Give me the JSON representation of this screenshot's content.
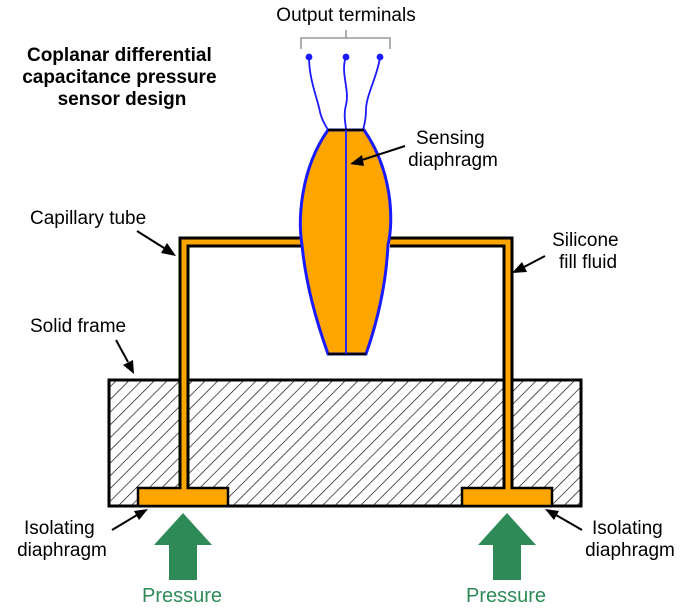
{
  "diagram": {
    "title_lines": [
      "Coplanar differential",
      "capacitance pressure",
      "sensor design"
    ],
    "labels": {
      "output_terminals": "Output terminals",
      "sensing_diaphragm": [
        "Sensing",
        "diaphragm"
      ],
      "capillary_tube": "Capillary tube",
      "silicone_fill_fluid": [
        "Silicone",
        "fill fluid"
      ],
      "solid_frame": "Solid frame",
      "isolating_diaphragm_left": [
        "Isolating",
        "diaphragm"
      ],
      "isolating_diaphragm_right": [
        "Isolating",
        "diaphragm"
      ],
      "pressure_left": "Pressure",
      "pressure_right": "Pressure"
    },
    "colors": {
      "fluid": "#FFA500",
      "diaphragm_outline": "#1a1aff",
      "terminal_wire": "#1a1aff",
      "pressure_arrow": "#2e8b57",
      "frame_outline": "#000000"
    }
  }
}
